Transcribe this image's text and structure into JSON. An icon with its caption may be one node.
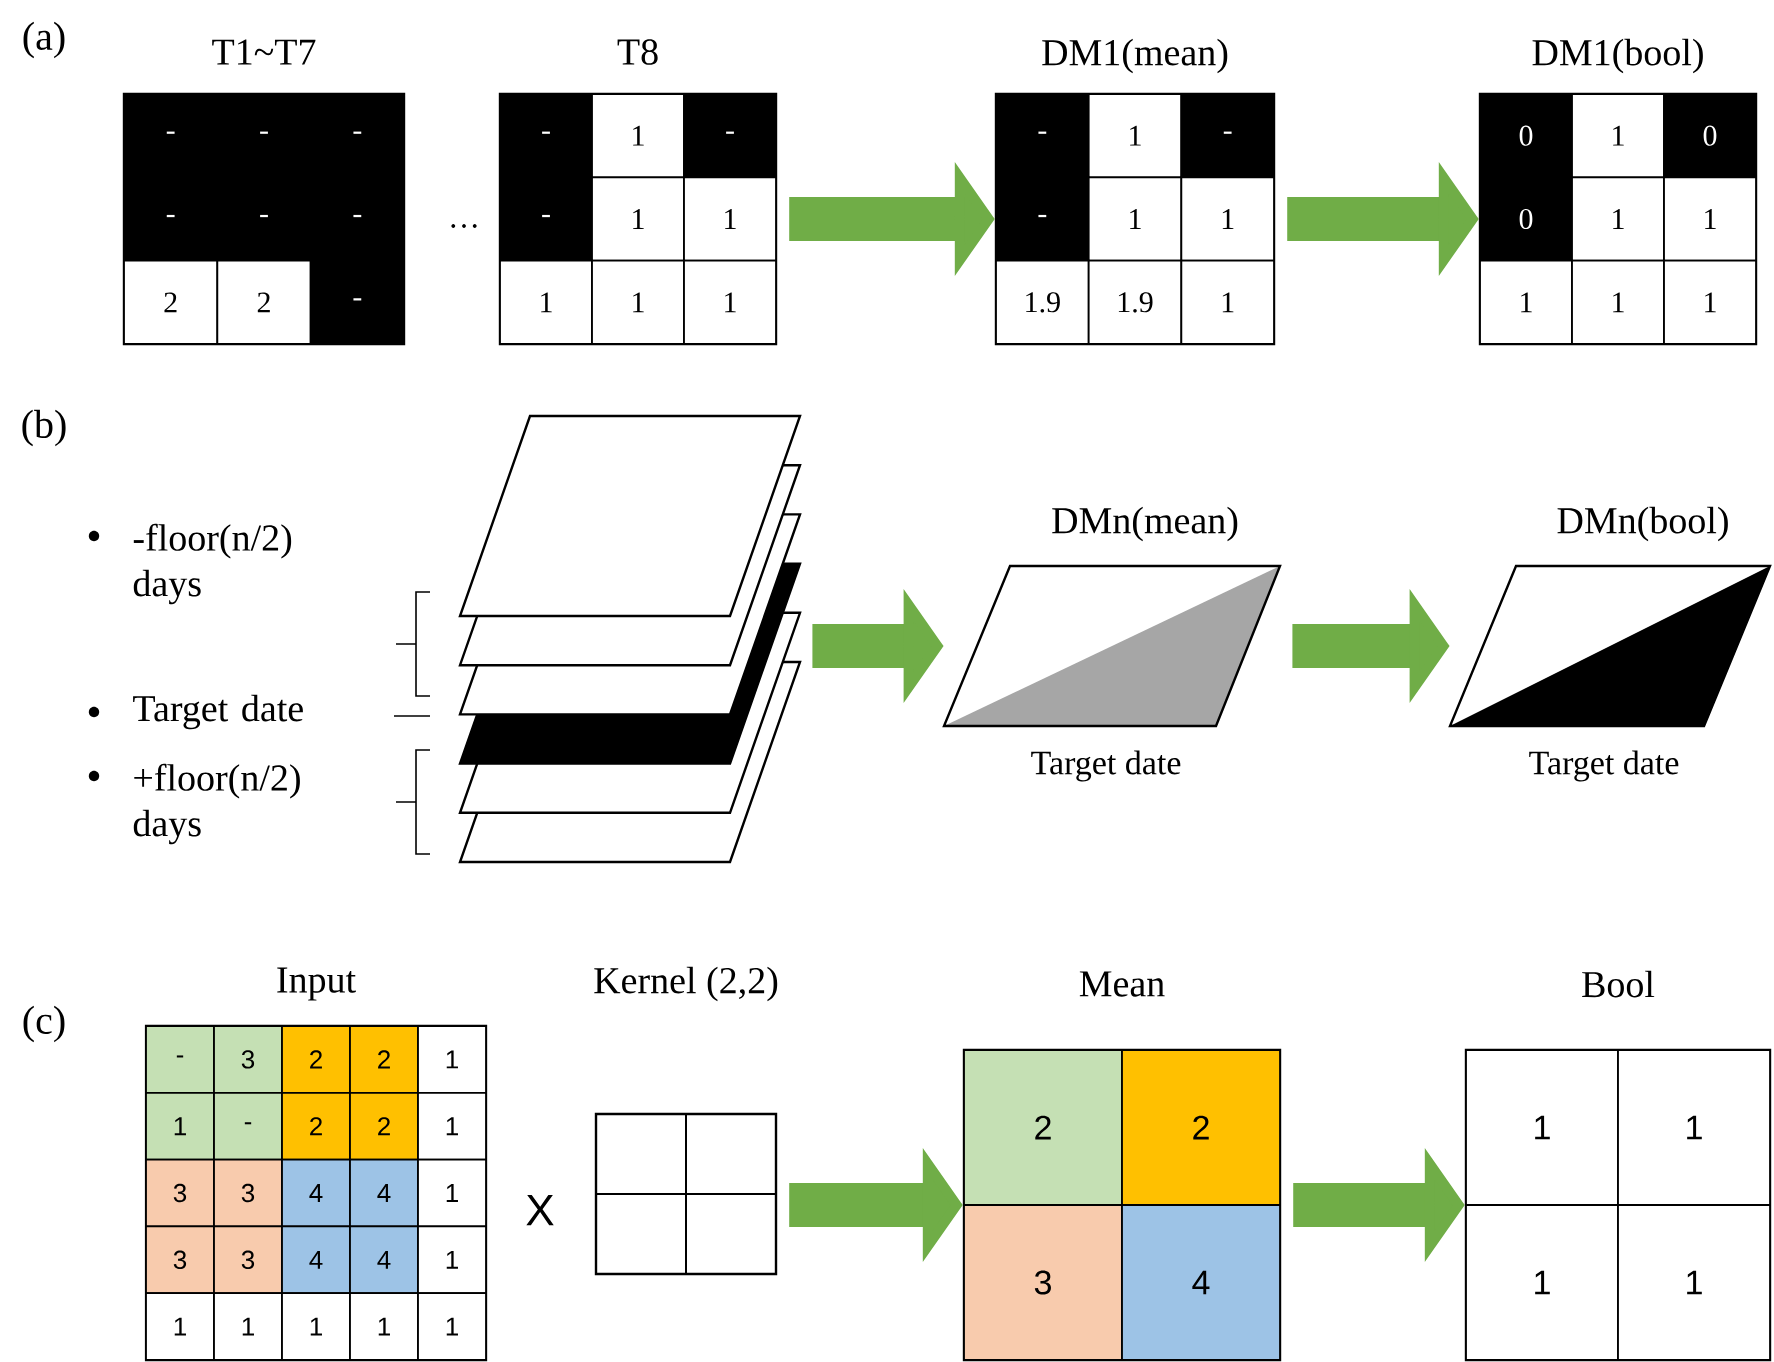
{
  "diagram": {
    "nodes": [
      {
        "text": [
          "T1~T7"
        ]
      },
      {
        "text": [
          "-"
        ],
        "in": 0
      },
      {
        "text": [
          "-"
        ],
        "in": 0
      },
      {
        "text": [
          "-"
        ],
        "in": 0
      },
      {
        "text": [
          "-"
        ],
        "in": 0
      },
      {
        "text": [
          "-"
        ],
        "in": 0
      },
      {
        "text": [
          "-"
        ],
        "in": 0
      },
      {
        "text": [
          "2"
        ],
        "in": 0
      },
      {
        "text": [
          "2"
        ],
        "in": 0
      },
      {
        "text": [
          "-"
        ],
        "in": 0
      },
      {
        "text": [
          "T8"
        ]
      },
      {
        "text": [
          "-"
        ],
        "in": 10
      },
      {
        "text": [
          "1"
        ],
        "in": 10
      },
      {
        "text": [
          "-"
        ],
        "in": 10
      },
      {
        "text": [
          "-"
        ],
        "in": 10
      },
      {
        "text": [
          "1"
        ],
        "in": 10
      },
      {
        "text": [
          "1"
        ],
        "in": 10
      },
      {
        "text": [
          "1"
        ],
        "in": 10
      },
      {
        "text": [
          "1"
        ],
        "in": 10
      },
      {
        "text": [
          "1"
        ],
        "in": 10
      },
      {
        "text": [
          "DM1(mean)"
        ]
      },
      {
        "text": [
          "-"
        ],
        "in": 20
      },
      {
        "text": [
          "1"
        ],
        "in": 20
      },
      {
        "text": [
          "-"
        ],
        "in": 20
      },
      {
        "text": [
          "-"
        ],
        "in": 20
      },
      {
        "text": [
          "1"
        ],
        "in": 20
      },
      {
        "text": [
          "1"
        ],
        "in": 20
      },
      {
        "text": [
          "1.9"
        ],
        "in": 20
      },
      {
        "text": [
          "1.9"
        ],
        "in": 20
      },
      {
        "text": [
          "1"
        ],
        "in": 20
      },
      {
        "text": [
          "DM1(bool)"
        ]
      },
      {
        "text": [
          "0"
        ],
        "in": 30
      },
      {
        "text": [
          "1"
        ],
        "in": 30
      },
      {
        "text": [
          "0"
        ],
        "in": 30
      },
      {
        "text": [
          "0"
        ],
        "in": 30
      },
      {
        "text": [
          "1"
        ],
        "in": 30
      },
      {
        "text": [
          "1"
        ],
        "in": 30
      },
      {
        "text": [
          "1"
        ],
        "in": 30
      },
      {
        "text": [
          "1"
        ],
        "in": 30
      },
      {
        "text": [
          "1"
        ],
        "in": 30
      },
      {
        "text": [],
        "shape": "stack"
      },
      {
        "text": [
          "DMn(mean)"
        ],
        "beside": [
          "Target date"
        ]
      },
      {
        "text": [
          "DMn(bool)"
        ],
        "beside": [
          "Target date"
        ]
      },
      {
        "text": [
          "Input"
        ]
      },
      {
        "text": [
          "-"
        ],
        "in": 43
      },
      {
        "text": [
          "3"
        ],
        "in": 43
      },
      {
        "text": [
          "2"
        ],
        "in": 43
      },
      {
        "text": [
          "2"
        ],
        "in": 43
      },
      {
        "text": [
          "1"
        ],
        "in": 43
      },
      {
        "text": [
          "1"
        ],
        "in": 43
      },
      {
        "text": [
          "-"
        ],
        "in": 43
      },
      {
        "text": [
          "2"
        ],
        "in": 43
      },
      {
        "text": [
          "2"
        ],
        "in": 43
      },
      {
        "text": [
          "1"
        ],
        "in": 43
      },
      {
        "text": [
          "3"
        ],
        "in": 43
      },
      {
        "text": [
          "3"
        ],
        "in": 43
      },
      {
        "text": [
          "4"
        ],
        "in": 43
      },
      {
        "text": [
          "4"
        ],
        "in": 43
      },
      {
        "text": [
          "1"
        ],
        "in": 43
      },
      {
        "text": [
          "3"
        ],
        "in": 43
      },
      {
        "text": [
          "3"
        ],
        "in": 43
      },
      {
        "text": [
          "4"
        ],
        "in": 43
      },
      {
        "text": [
          "4"
        ],
        "in": 43
      },
      {
        "text": [
          "1"
        ],
        "in": 43
      },
      {
        "text": [
          "1"
        ],
        "in": 43
      },
      {
        "text": [
          "1"
        ],
        "in": 43
      },
      {
        "text": [
          "1"
        ],
        "in": 43
      },
      {
        "text": [
          "1"
        ],
        "in": 43
      },
      {
        "text": [
          "1"
        ],
        "in": 43
      },
      {
        "text": [
          "Kernel (2,2)"
        ]
      },
      {
        "text": [
          "Mean"
        ]
      },
      {
        "text": [
          "2"
        ],
        "in": 70
      },
      {
        "text": [
          "2"
        ],
        "in": 70
      },
      {
        "text": [
          "3"
        ],
        "in": 70
      },
      {
        "text": [
          "4"
        ],
        "in": 70
      },
      {
        "text": [
          "Bool"
        ]
      },
      {
        "text": [
          "1"
        ],
        "in": 75
      },
      {
        "text": [
          "1"
        ],
        "in": 75
      },
      {
        "text": [
          "1"
        ],
        "in": 75
      },
      {
        "text": [
          "1"
        ],
        "in": 75
      }
    ],
    "edges": [
      {
        "from": 10,
        "to": 20,
        "arrow": "to"
      },
      {
        "from": 20,
        "to": 30,
        "arrow": "to"
      },
      {
        "from": 40,
        "to": 41,
        "arrow": "to"
      },
      {
        "from": 41,
        "to": 42,
        "arrow": "to"
      },
      {
        "from": 69,
        "to": 70,
        "arrow": "to"
      },
      {
        "from": 70,
        "to": 75,
        "arrow": "to"
      }
    ],
    "labels": [
      "(a)",
      "…",
      "(b)",
      "-floor(n/2) days",
      "Target date",
      "+floor(n/2) days",
      "(c)",
      "X"
    ]
  }
}
